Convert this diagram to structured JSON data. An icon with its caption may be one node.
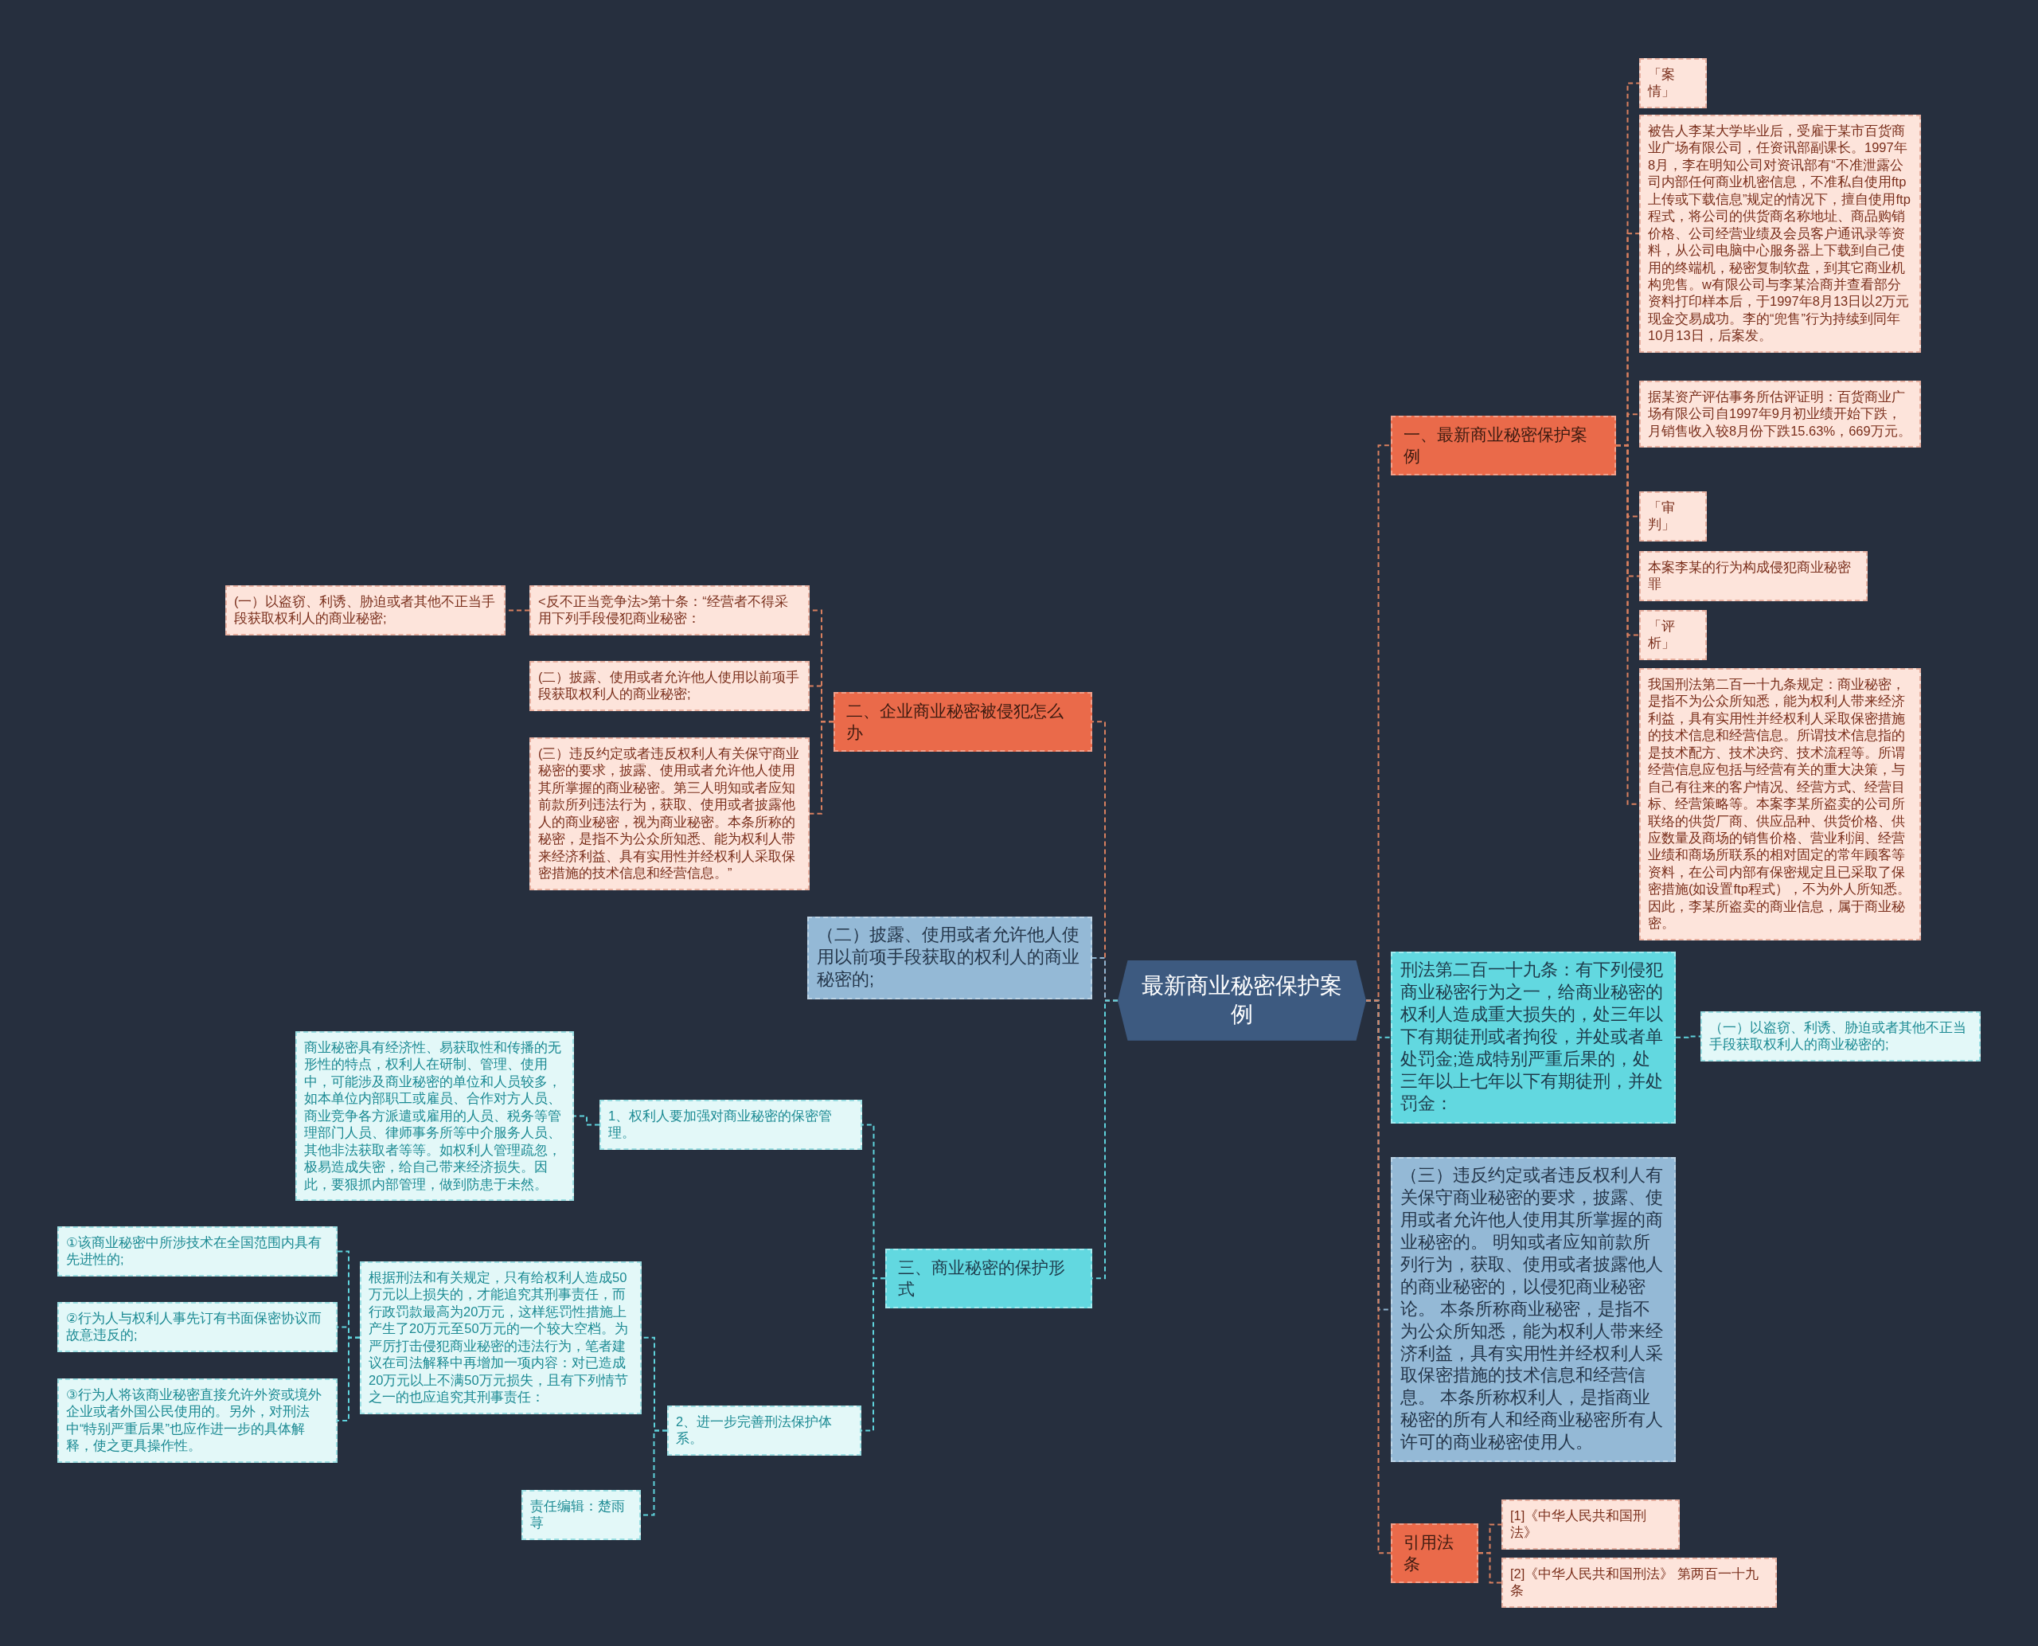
{
  "diagram": {
    "nodes": [
      {
        "text": [
          "最新商业秘密保护案例"
        ]
      },
      {
        "text": [
          "一、最新商业秘密保护案例"
        ]
      },
      {
        "text": [
          "「案情」"
        ]
      },
      {
        "text": [
          "被告人李某大学毕业后，受雇于某市百货商业广场有限公司，任资讯部副课长。1997年8月，李在明知公司对资讯部有“不准泄露公司内部任何商业机密信息，不准私自使用ftp上传或下载信息”规定的情况下，擅自使用ftp程式，将公司的供货商名称地址、商品购销价格、公司经营业绩及会员客户通讯录等资料，从公司电脑中心服务器上下载到自己使用的终端机，秘密复制软盘，到其它商业机构兜售。w有限公司与李某洽商并查看部分资料打印样本后，于1997年8月13日以2万元现金交易成功。李的“兜售”行为持续到同年10月13日，后案发。"
        ]
      },
      {
        "text": [
          "据某资产评估事务所估评证明：百货商业广场有限公司自1997年9月初业绩开始下跌，月销售收入较8月份下跌15.63%，669万元。"
        ]
      },
      {
        "text": [
          "「审判」"
        ]
      },
      {
        "text": [
          "本案李某的行为构成侵犯商业秘密罪"
        ]
      },
      {
        "text": [
          "「评析」"
        ]
      },
      {
        "text": [
          "我国刑法第二百一十九条规定：商业秘密，是指不为公众所知悉，能为权利人带来经济利益，具有实用性并经权利人采取保密措施的技术信息和经营信息。所谓技术信息指的是技术配方、技术决窍、技术流程等。所谓经营信息应包括与经营有关的重大决策，与自己有往来的客户情况、经营方式、经营目标、经营策略等。本案李某所盗卖的公司所联络的供货厂商、供应品种、供货价格、供应数量及商场的销售价格、营业利润、经营业绩和商场所联系的相对固定的常年顾客等资料，在公司内部有保密规定且已采取了保密措施(如设置ftp程式），不为外人所知悉。因此，李某所盗卖的商业信息，属于商业秘密。"
        ]
      },
      {
        "text": [
          "二、企业商业秘密被侵犯怎么办"
        ]
      },
      {
        "text": [
          "<反不正当竞争法>第十条：“经营者不得采用下列手段侵犯商业秘密："
        ]
      },
      {
        "text": [
          "(一）以盗窃、利诱、胁迫或者其他不正当手段获取权利人的商业秘密;"
        ]
      },
      {
        "text": [
          "(二）披露、使用或者允许他人使用以前项手段获取权利人的商业秘密;"
        ]
      },
      {
        "text": [
          "(三）违反约定或者违反权利人有关保守商业秘密的要求，披露、使用或者允许他人使用其所掌握的商业秘密。第三人明知或者应知前款所列违法行为，获取、使用或者披露他人的商业秘密，视为商业秘密。本条所称的秘密，是指不为公众所知悉、能为权利人带来经济利益、具有实用性并经权利人采取保密措施的技术信息和经营信息。”"
        ]
      },
      {
        "text": [
          "（二）披露、使用或者允许他人使用以前项手段获取的权利人的商业秘密的;"
        ]
      },
      {
        "text": [
          "三、商业秘密的保护形式"
        ]
      },
      {
        "text": [
          "1、权利人要加强对商业秘密的保密管理。"
        ]
      },
      {
        "text": [
          "商业秘密具有经济性、易获取性和传播的无形性的特点，权利人在研制、管理、使用中，可能涉及商业秘密的单位和人员较多，如本单位内部职工或雇员、合作对方人员、商业竞争各方派遣或雇用的人员、税务等管理部门人员、律师事务所等中介服务人员、其他非法获取者等等。如权利人管理疏忽，极易造成失密，给自己带来经济损失。因此，要狠抓内部管理，做到防患于未然。"
        ]
      },
      {
        "text": [
          "2、进一步完善刑法保护体系。"
        ]
      },
      {
        "text": [
          "根据刑法和有关规定，只有给权利人造成50万元以上损失的，才能追究其刑事责任，而行政罚款最高为20万元，这样惩罚性措施上产生了20万元至50万元的一个较大空档。为严厉打击侵犯商业秘密的违法行为，笔者建议在司法解释中再增加一项内容：对已造成20万元以上不满50万元损失，且有下列情节之一的也应追究其刑事责任："
        ]
      },
      {
        "text": [
          "①该商业秘密中所涉技术在全国范围内具有先进性的;"
        ]
      },
      {
        "text": [
          "②行为人与权利人事先订有书面保密协议而故意违反的;"
        ]
      },
      {
        "text": [
          "③行为人将该商业秘密直接允许外资或境外企业或者外国公民使用的。另外，对刑法中“特别严重后果”也应作进一步的具体解释，使之更具操作性。"
        ]
      },
      {
        "text": [
          "责任编辑：楚雨荨"
        ]
      },
      {
        "text": [
          "刑法第二百一十九条：有下列侵犯商业秘密行为之一，给商业秘密的权利人造成重大损失的，处三年以下有期徒刑或者拘役，并处或者单处罚金;造成特别严重后果的，处三年以上七年以下有期徒刑，并处罚金："
        ]
      },
      {
        "text": [
          "（一）以盗窃、利诱、胁迫或者其他不正当手段获取权利人的商业秘密的;"
        ]
      },
      {
        "text": [
          "（三）违反约定或者违反权利人有关保守商业秘密的要求，披露、使用或者允许他人使用其所掌握的商业秘密的。 明知或者应知前款所列行为，获取、使用或者披露他人的商业秘密的，以侵犯商业秘密论。 本条所称商业秘密，是指不为公众所知悉，能为权利人带来经济利益，具有实用性并经权利人采取保密措施的技术信息和经营信息。 本条所称权利人，是指商业秘密的所有人和经商业秘密所有人许可的商业秘密使用人。"
        ]
      },
      {
        "text": [
          "引用法条"
        ]
      },
      {
        "text": [
          "[1]《中华人民共和国刑法》"
        ]
      },
      {
        "text": [
          "[2]《中华人民共和国刑法》 第两百一十九条"
        ]
      }
    ],
    "edges": [
      {
        "from": 0,
        "to": 1,
        "arrow": "none"
      },
      {
        "from": 1,
        "to": 2,
        "arrow": "none"
      },
      {
        "from": 1,
        "to": 3,
        "arrow": "none"
      },
      {
        "from": 1,
        "to": 4,
        "arrow": "none"
      },
      {
        "from": 1,
        "to": 5,
        "arrow": "none"
      },
      {
        "from": 1,
        "to": 6,
        "arrow": "none"
      },
      {
        "from": 1,
        "to": 7,
        "arrow": "none"
      },
      {
        "from": 1,
        "to": 8,
        "arrow": "none"
      },
      {
        "from": 0,
        "to": 9,
        "arrow": "none"
      },
      {
        "from": 9,
        "to": 10,
        "arrow": "none"
      },
      {
        "from": 10,
        "to": 11,
        "arrow": "none"
      },
      {
        "from": 9,
        "to": 12,
        "arrow": "none"
      },
      {
        "from": 9,
        "to": 13,
        "arrow": "none"
      },
      {
        "from": 0,
        "to": 14,
        "arrow": "none",
        "color": "#8fb4d0"
      },
      {
        "from": 0,
        "to": 15,
        "arrow": "none",
        "color": "#5fd3dc"
      },
      {
        "from": 15,
        "to": 16,
        "arrow": "none",
        "color": "#5fd3dc"
      },
      {
        "from": 16,
        "to": 17,
        "arrow": "none",
        "color": "#5fd3dc"
      },
      {
        "from": 15,
        "to": 18,
        "arrow": "none",
        "color": "#5fd3dc"
      },
      {
        "from": 18,
        "to": 19,
        "arrow": "none",
        "color": "#5fd3dc"
      },
      {
        "from": 19,
        "to": 20,
        "arrow": "none",
        "color": "#5fd3dc"
      },
      {
        "from": 19,
        "to": 21,
        "arrow": "none",
        "color": "#5fd3dc"
      },
      {
        "from": 19,
        "to": 22,
        "arrow": "none",
        "color": "#5fd3dc"
      },
      {
        "from": 18,
        "to": 23,
        "arrow": "none",
        "color": "#5fd3dc"
      },
      {
        "from": 0,
        "to": 24,
        "arrow": "none",
        "color": "#5fd3dc"
      },
      {
        "from": 24,
        "to": 25,
        "arrow": "none",
        "color": "#5fd3dc"
      },
      {
        "from": 0,
        "to": 26,
        "arrow": "none",
        "color": "#8fb4d0"
      },
      {
        "from": 0,
        "to": 27,
        "arrow": "none"
      },
      {
        "from": 27,
        "to": 28,
        "arrow": "none"
      },
      {
        "from": 27,
        "to": 29,
        "arrow": "none"
      }
    ]
  }
}
